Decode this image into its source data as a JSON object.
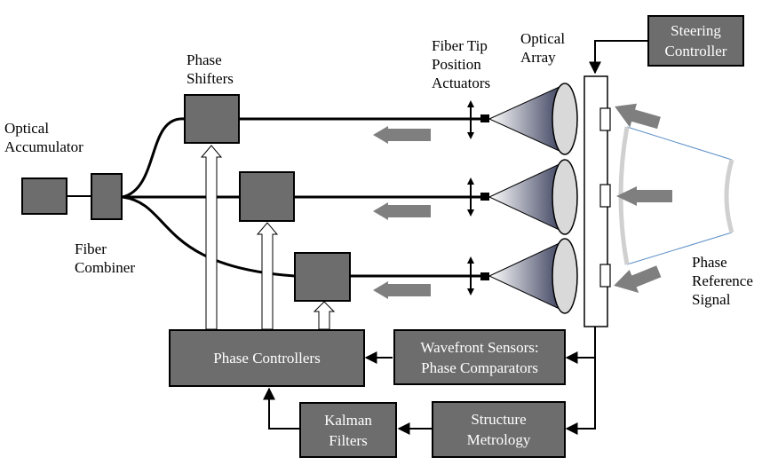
{
  "labels": {
    "optical_accumulator": [
      "Optical",
      "Accumulator"
    ],
    "fiber_combiner": [
      "Fiber",
      "Combiner"
    ],
    "phase_shifters": [
      "Phase",
      "Shifters"
    ],
    "fiber_tip_actuators": [
      "Fiber Tip",
      "Position",
      "Actuators"
    ],
    "optical_array": [
      "Optical",
      "Array"
    ],
    "phase_reference_signal": [
      "Phase",
      "Reference",
      "Signal"
    ]
  },
  "boxes": {
    "steering_controller": [
      "Steering",
      "Controller"
    ],
    "phase_controllers": [
      "Phase Controllers"
    ],
    "wavefront_sensors": [
      "Wavefront Sensors:",
      "Phase Comparators"
    ],
    "kalman_filters": [
      "Kalman",
      "Filters"
    ],
    "structure_metrology": [
      "Structure",
      "Metrology"
    ]
  },
  "colors": {
    "box_fill": "#6d6d6d",
    "arrow_fill": "#7f7f7f",
    "reference_arc": "#d0d0d0",
    "reference_line": "#5b8fc7",
    "horn_dark": "#3a3f5c",
    "horn_light": "#ffffff",
    "dish_fill": "#d9d9d9"
  }
}
